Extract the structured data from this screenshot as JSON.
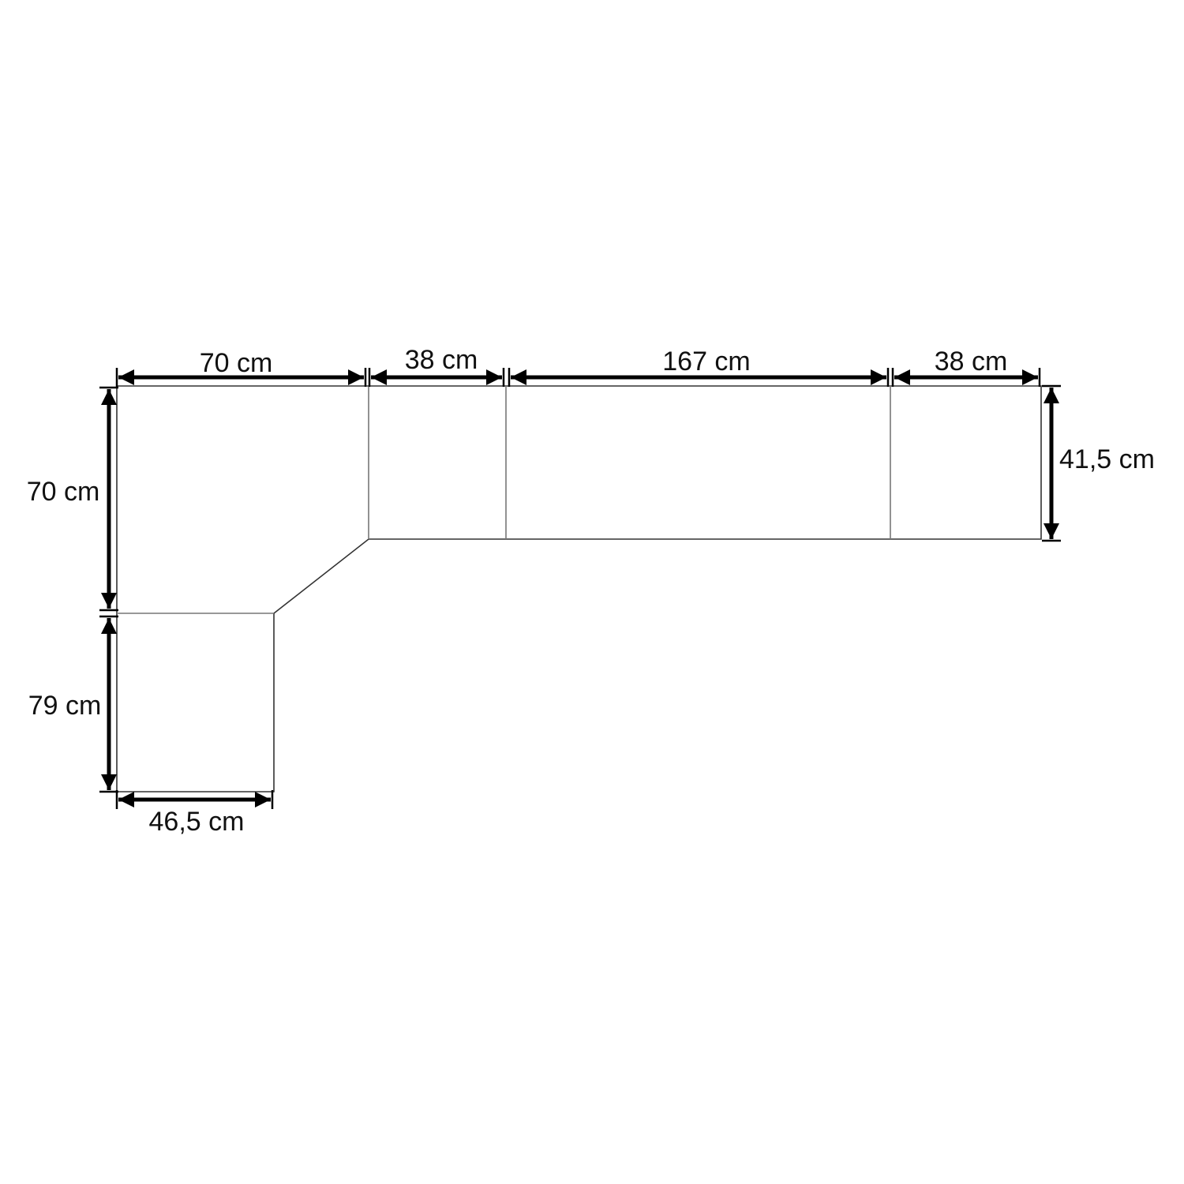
{
  "title": "L-shaped furniture layout with dimensions",
  "unit": "cm",
  "dimensions": {
    "top_segment_1": "70 cm",
    "top_segment_2": "38 cm",
    "top_segment_3": "167 cm",
    "top_segment_4": "38 cm",
    "right_depth": "41,5 cm",
    "left_upper": "70 cm",
    "left_lower": "79 cm",
    "bottom_width": "46,5 cm"
  },
  "colors": {
    "line": "#333333",
    "divider": "#777777",
    "dimension": "#000000"
  }
}
